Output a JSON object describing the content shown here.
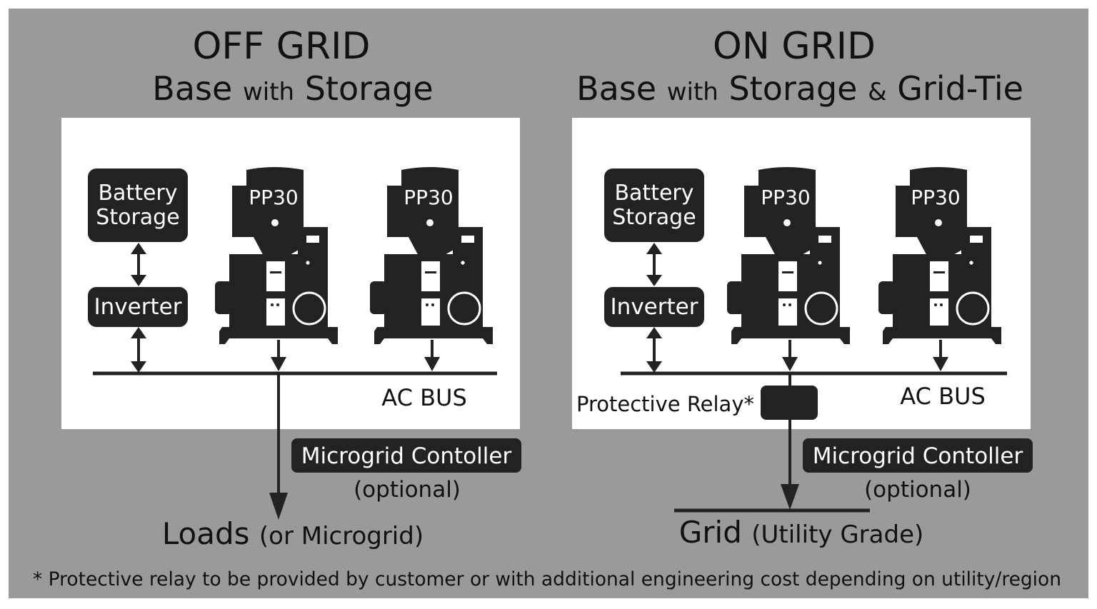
{
  "off_grid": {
    "title": "OFF GRID",
    "subtitle": {
      "word1": "Base",
      "word2": "with",
      "word3": "Storage"
    },
    "battery": {
      "line1": "Battery",
      "line2": "Storage"
    },
    "inverter": "Inverter",
    "unit1": "PP30",
    "unit2": "PP30",
    "bus_label": "AC BUS",
    "controller": {
      "label": "Microgrid Contoller",
      "note": "(optional)"
    },
    "output": {
      "main": "Loads",
      "sub": "(or Microgrid)"
    }
  },
  "on_grid": {
    "title": "ON GRID",
    "subtitle": {
      "word1": "Base",
      "word2": "with",
      "word3": "Storage",
      "word4": "&",
      "word5": "Grid-Tie"
    },
    "battery": {
      "line1": "Battery",
      "line2": "Storage"
    },
    "inverter": "Inverter",
    "unit1": "PP30",
    "unit2": "PP30",
    "bus_label": "AC BUS",
    "relay_label": "Protective Relay*",
    "controller": {
      "label": "Microgrid Contoller",
      "note": "(optional)"
    },
    "output": {
      "main": "Grid",
      "sub": "(Utility Grade)"
    }
  },
  "footnote": "* Protective relay to be provided by customer or with additional engineering cost depending on utility/region",
  "colors": {
    "background": "#9a9a9a",
    "panel": "#ffffff",
    "dark": "#222222",
    "text": "#111111"
  }
}
